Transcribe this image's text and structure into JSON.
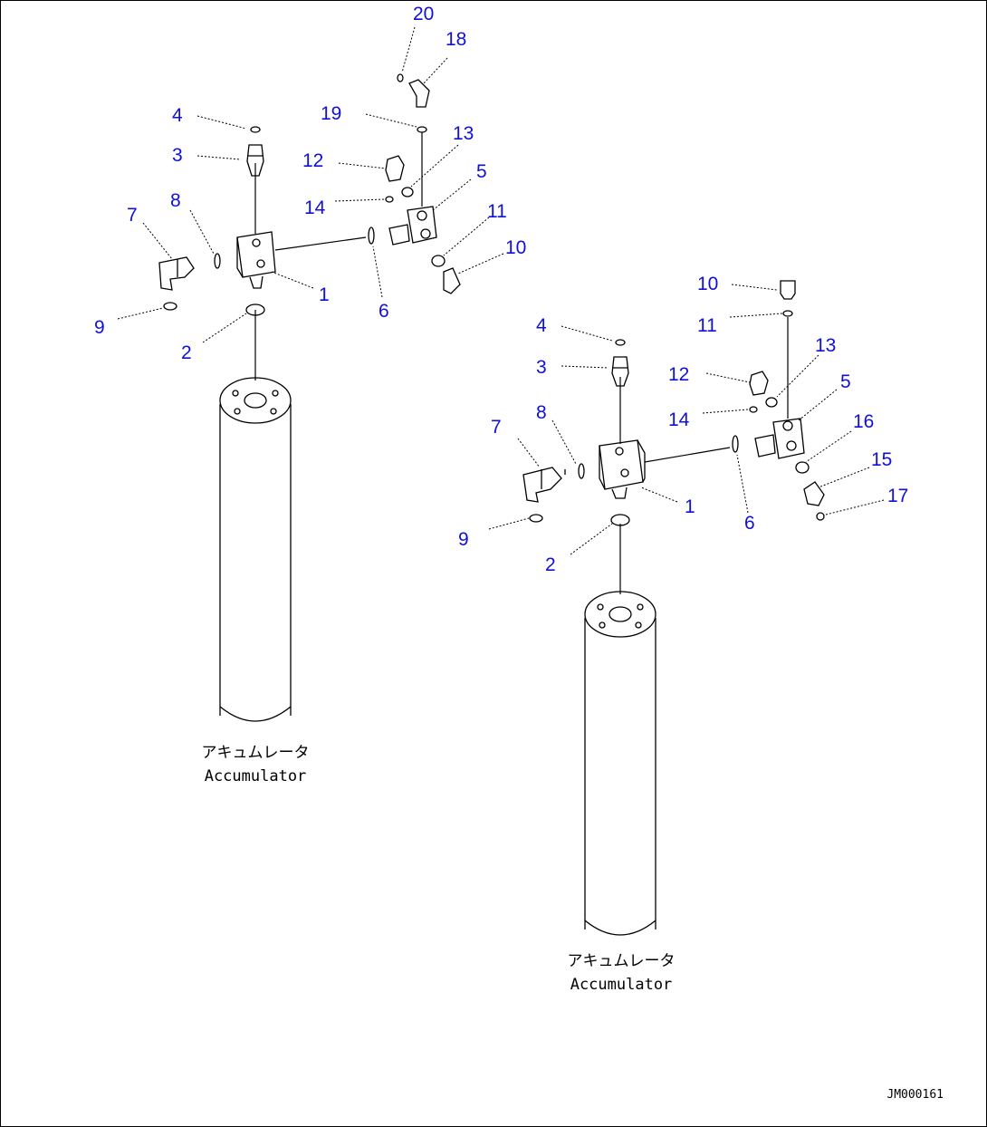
{
  "diagram": {
    "caption_jp": "アキュムレータ",
    "caption_en": "Accumulator",
    "drawing_code": "JM000161",
    "left_assembly": {
      "labels": {
        "1": "1",
        "2": "2",
        "3": "3",
        "4": "4",
        "5": "5",
        "6": "6",
        "7": "7",
        "8": "8",
        "9": "9",
        "10": "10",
        "11": "11",
        "12": "12",
        "13": "13",
        "14": "14",
        "18": "18",
        "19": "19",
        "20": "20"
      }
    },
    "right_assembly": {
      "labels": {
        "1": "1",
        "2": "2",
        "3": "3",
        "4": "4",
        "5": "5",
        "6": "6",
        "7": "7",
        "8": "8",
        "9": "9",
        "10": "10",
        "11": "11",
        "12": "12",
        "13": "13",
        "14": "14",
        "15": "15",
        "16": "16",
        "17": "17"
      }
    },
    "colors": {
      "callout": "#1010d8",
      "line": "#000000",
      "background": "#ffffff"
    }
  }
}
